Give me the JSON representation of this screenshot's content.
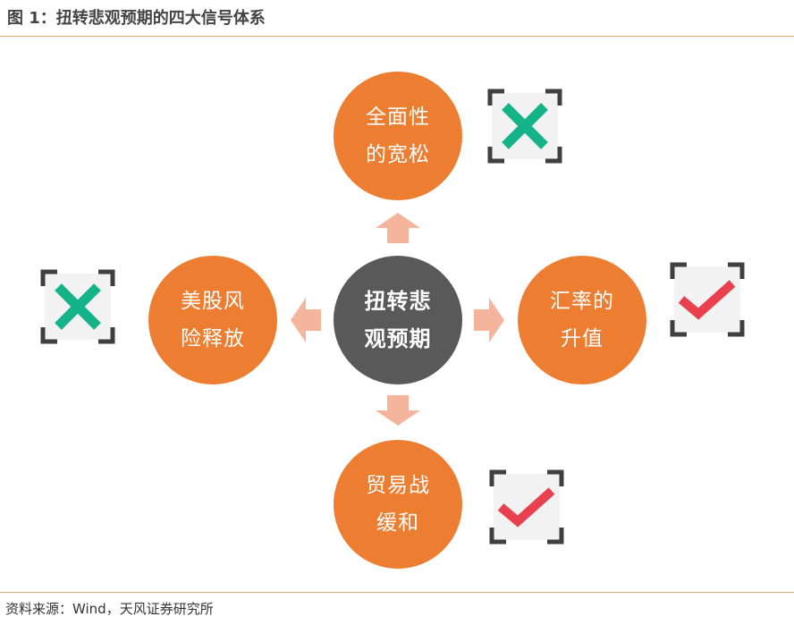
{
  "figure": {
    "title": "图 1：扭转悲观预期的四大信号体系",
    "source": "资料来源：Wind，天风证券研究所"
  },
  "diagram": {
    "center": {
      "label": "扭转悲\n观预期"
    },
    "nodes": {
      "top": {
        "label": "全面性\n的宽松",
        "status": "cross"
      },
      "right": {
        "label": "汇率的\n升值",
        "status": "check"
      },
      "bottom": {
        "label": "贸易战\n缓和",
        "status": "check"
      },
      "left": {
        "label": "美股风\n险释放",
        "status": "cross"
      }
    }
  },
  "colors": {
    "node_orange": "#ec7d31",
    "center_gray": "#595959",
    "arrow_salmon": "#f4b59c",
    "cross_green": "#15b38a",
    "check_red": "#e8404e",
    "bracket_dark": "#3f3f3f",
    "rule_orange": "#e2a56a"
  },
  "icons": {
    "cross": "x-mark-icon",
    "check": "check-mark-icon",
    "arrow": "arrow-icon"
  }
}
